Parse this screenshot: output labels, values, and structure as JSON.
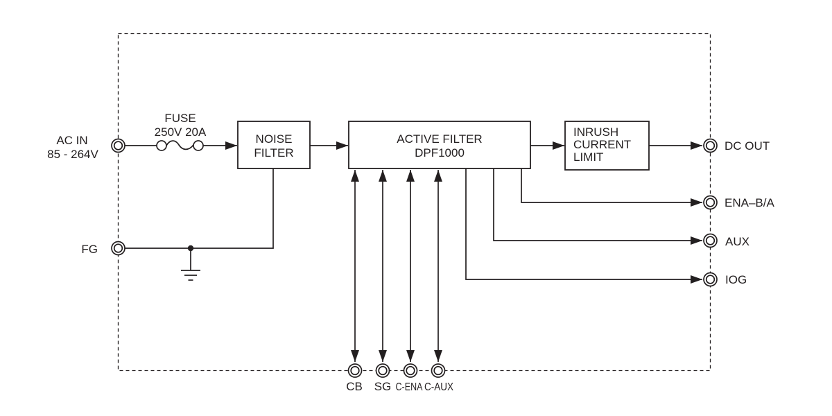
{
  "colors": {
    "line": "#231f20",
    "background": "#ffffff"
  },
  "ports": {
    "ac_in": {
      "line1": "AC IN",
      "line2": "85 - 264V"
    },
    "fg": {
      "label": "FG"
    },
    "dc_out": {
      "label": "DC OUT"
    },
    "ena": {
      "label": "ENA–B/A"
    },
    "aux": {
      "label": "AUX"
    },
    "iog": {
      "label": "IOG"
    },
    "cb": {
      "label": "CB"
    },
    "sg": {
      "label": "SG"
    },
    "c_ena": {
      "label": "C-ENA"
    },
    "c_aux": {
      "label": "C-AUX"
    }
  },
  "fuse": {
    "line1": "FUSE",
    "line2": "250V 20A"
  },
  "blocks": {
    "noise_filter": {
      "line1": "NOISE",
      "line2": "FILTER"
    },
    "active_filter": {
      "line1": "ACTIVE FILTER",
      "line2": "DPF1000"
    },
    "inrush_current_limit": {
      "line1": "INRUSH",
      "line2": "CURRENT",
      "line3": "LIMIT"
    }
  }
}
